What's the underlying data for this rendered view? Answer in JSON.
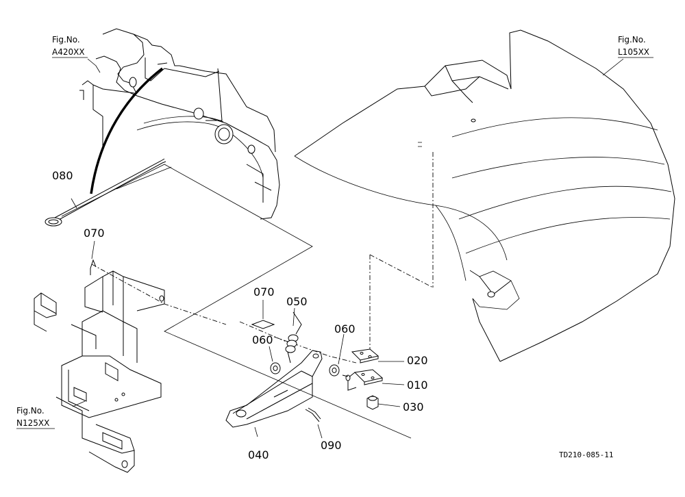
{
  "figure_refs": [
    {
      "line1": "Fig.No.",
      "line2": "A420XX"
    },
    {
      "line1": "Fig.No.",
      "line2": "L105XX"
    },
    {
      "line1": "Fig.No.",
      "line2": "N125XX"
    }
  ],
  "part_numbers": [
    "080",
    "070",
    "070",
    "050",
    "060",
    "060",
    "020",
    "010",
    "030",
    "040",
    "090"
  ],
  "drawing_code": "TD210-085-11"
}
